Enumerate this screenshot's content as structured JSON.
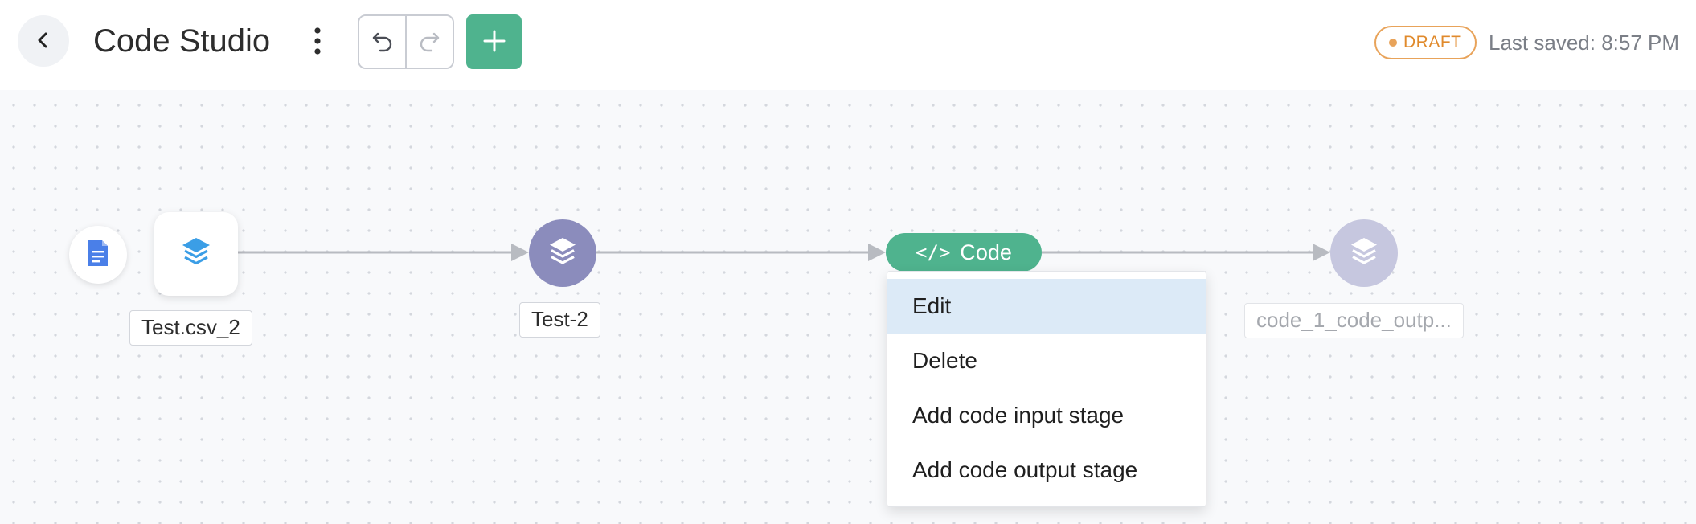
{
  "header": {
    "title": "Code Studio",
    "status_badge": "DRAFT",
    "last_saved": "Last saved: 8:57 PM",
    "icons": {
      "back": "chevron-left-icon",
      "more": "more-vertical-icon",
      "undo": "undo-icon",
      "redo": "redo-icon",
      "add": "plus-icon"
    }
  },
  "pipeline": {
    "nodes": [
      {
        "id": "source",
        "icon": "file-document-icon"
      },
      {
        "id": "dataset",
        "icon": "layers-icon",
        "label": "Test.csv_2"
      },
      {
        "id": "test2",
        "icon": "layers-icon",
        "label": "Test-2"
      },
      {
        "id": "code",
        "icon": "code-icon",
        "label": "Code",
        "glyph": "</>"
      },
      {
        "id": "output",
        "icon": "layers-icon",
        "label": "code_1_code_outp..."
      }
    ]
  },
  "context_menu": {
    "items": [
      {
        "label": "Edit",
        "active": true
      },
      {
        "label": "Delete"
      },
      {
        "label": "Add code input stage"
      },
      {
        "label": "Add code output stage"
      }
    ]
  },
  "colors": {
    "accent_green": "#4fb38e",
    "draft_orange": "#e08a2c",
    "node_purple": "#8b8cbc",
    "node_purple_faded": "#c6c7df",
    "menu_highlight": "#dceaf7",
    "file_icon_blue": "#4a7fe8",
    "layers_icon_blue": "#3b9ee6"
  }
}
